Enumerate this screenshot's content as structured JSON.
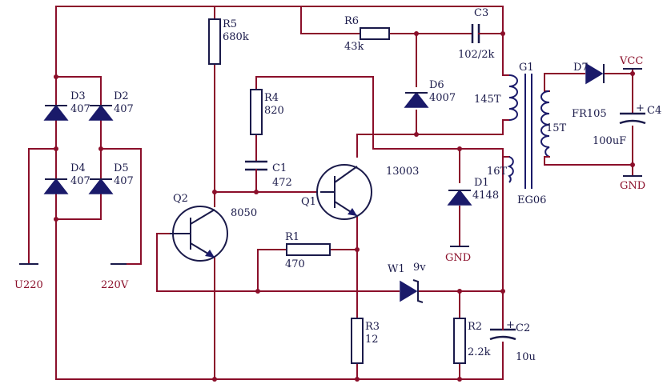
{
  "labels": {
    "r5": "R5",
    "r5v": "680k",
    "r6": "R6",
    "r6v": "43k",
    "c3": "C3",
    "c3v": "102/2k",
    "g1": "G1",
    "d7": "D7",
    "d7v": "FR105",
    "vcc": "VCC",
    "c4": "C4",
    "c4v": "100uF",
    "c4p": "+",
    "gnd1": "GND",
    "d3": "D3",
    "d3v": "407",
    "d2": "D2",
    "d2v": "407",
    "d4": "D4",
    "d4v": "407",
    "d5": "D5",
    "d5v": "407",
    "r4": "R4",
    "r4v": "820",
    "d6": "D6",
    "d6v": "4007",
    "t145": "145T",
    "t15": "15T",
    "t16": "16T",
    "c1": "C1",
    "c1v": "472",
    "q1": "Q1",
    "q1v": "13003",
    "d1": "D1",
    "d1v": "4148",
    "eg": "EG06",
    "q2": "Q2",
    "q2v": "8050",
    "gnd2": "GND",
    "r1": "R1",
    "r1v": "470",
    "w1": "W1",
    "w1v": "9v",
    "u220": "U220",
    "v220": "220V",
    "r3": "R3",
    "r3v": "12",
    "r2": "R2",
    "r2v": "2.2k",
    "c2": "C2",
    "c2v": "10u",
    "c2p": "+"
  }
}
